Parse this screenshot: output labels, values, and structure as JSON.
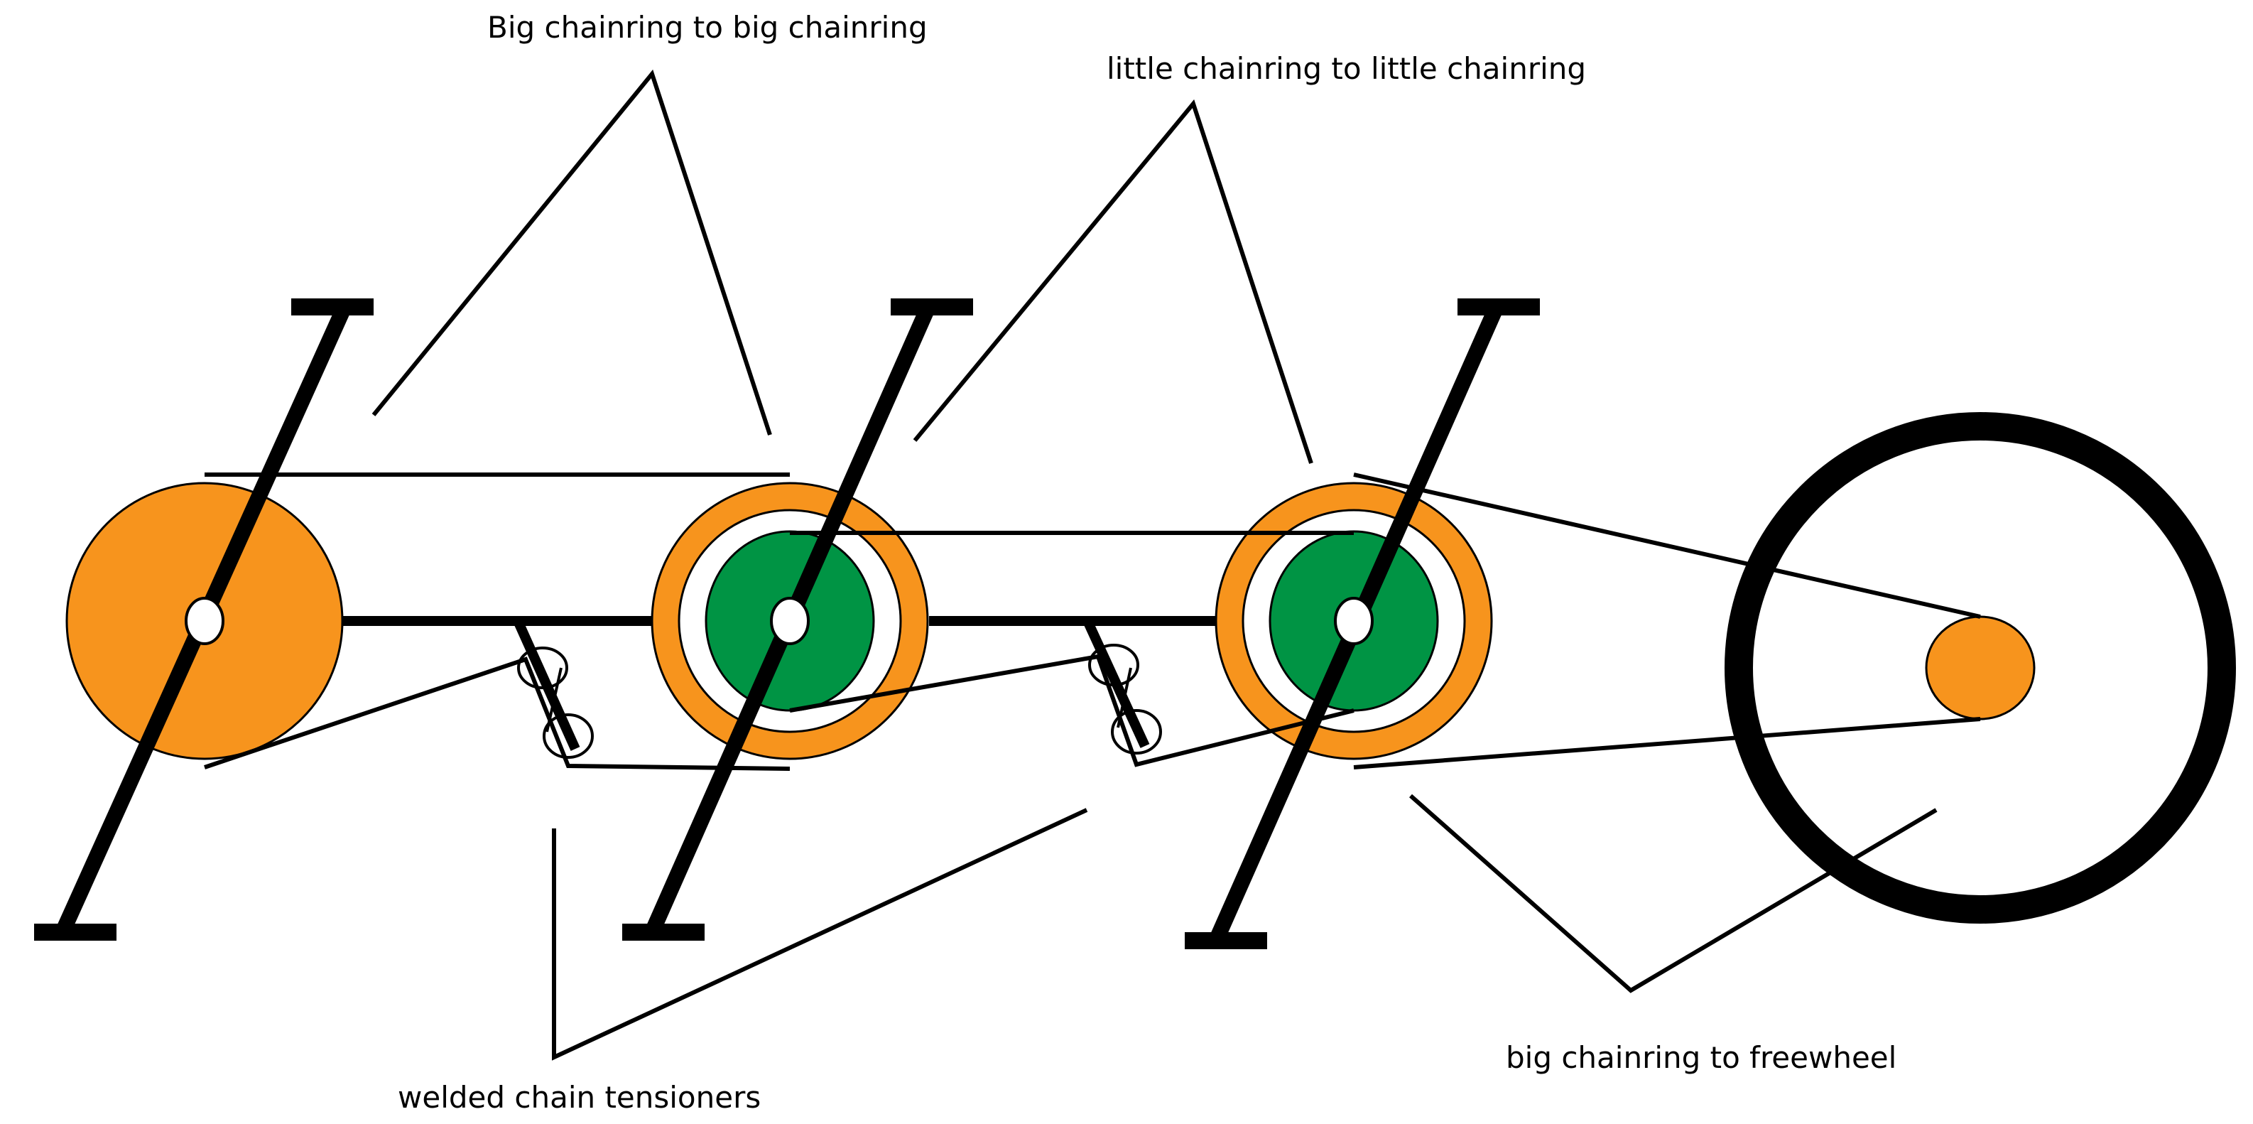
{
  "labels": {
    "big_to_big": "Big chainring to big chainring",
    "little_to_little": "little chainring to little chainring",
    "tensioners": "welded chain tensioners",
    "big_to_freewheel": "big chainring to freewheel"
  },
  "colors": {
    "chainring_orange": "#F7941D",
    "chainring_green": "#009444",
    "line": "#000000",
    "background": "#FFFFFF"
  }
}
